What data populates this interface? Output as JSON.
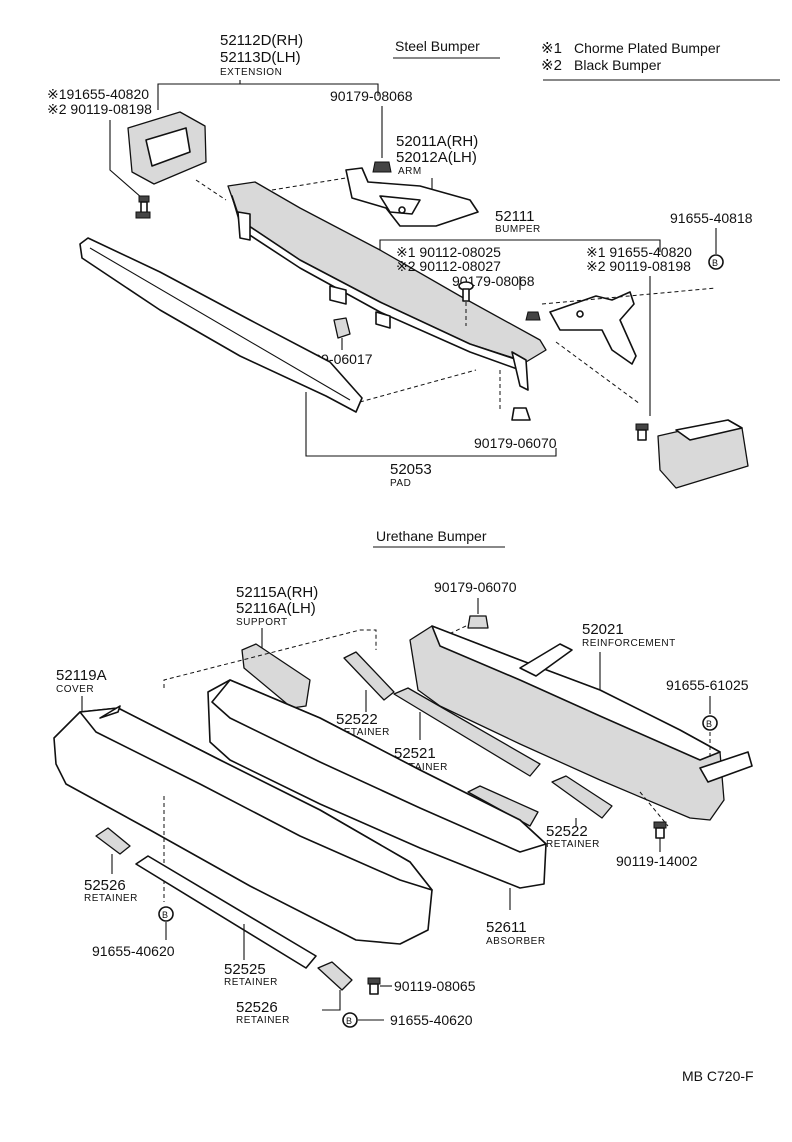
{
  "legend": {
    "steel_title": "Steel Bumper",
    "mark1": "※1",
    "mark1_text": "Chorme Plated Bumper",
    "mark2": "※2",
    "mark2_text": "Black Bumper"
  },
  "steel": {
    "extension_rh": "52112D(RH)",
    "extension_lh": "52113D(LH)",
    "extension_name": "EXTENSION",
    "bolt1_a": "※191655-40820",
    "bolt1_b": "※2 90119-08198",
    "nut_top": "90179-08068",
    "arm_rh": "52011A(RH)",
    "arm_lh": "52012A(LH)",
    "arm_name": "ARM",
    "bumper_no": "52111",
    "bumper_name": "BUMPER",
    "bolt_c1": "※1 90112-08025",
    "bolt_c2": "※2 90112-08027",
    "nut_mid": "90179-08068",
    "bolt_r1": "※1 91655-40820",
    "bolt_r2": "※2 90119-08198",
    "bolt_far": "91655-40818",
    "clip": "90189-06017",
    "nut_bottom": "90179-06070",
    "pad_no": "52053",
    "pad_name": "PAD"
  },
  "urethane": {
    "title": "Urethane Bumper",
    "nut_top": "90179-06070",
    "support_rh": "52115A(RH)",
    "support_lh": "52116A(LH)",
    "support_name": "SUPPORT",
    "reinf_no": "52021",
    "reinf_name": "REINFORCEMENT",
    "cover_no": "52119A",
    "cover_name": "COVER",
    "bolt_right": "91655-61025",
    "ret_52522a": "52522",
    "ret_52522a_name": "RETAINER",
    "ret_52521": "52521",
    "ret_52521_name": "RETAINER",
    "ret_52522b": "52522",
    "ret_52522b_name": "RETAINER",
    "bolt_right2": "90119-14002",
    "ret_52526a": "52526",
    "ret_52526a_name": "RETAINER",
    "bolt_left": "91655-40620",
    "ret_52525": "52525",
    "ret_52525_name": "RETAINER",
    "absorber_no": "52611",
    "absorber_name": "ABSORBER",
    "bolt_bottom": "90119-08065",
    "ret_52526b": "52526",
    "ret_52526b_name": "RETAINER",
    "bolt_bottom2": "91655-40620"
  },
  "footer": {
    "code": "MB C720-F"
  }
}
